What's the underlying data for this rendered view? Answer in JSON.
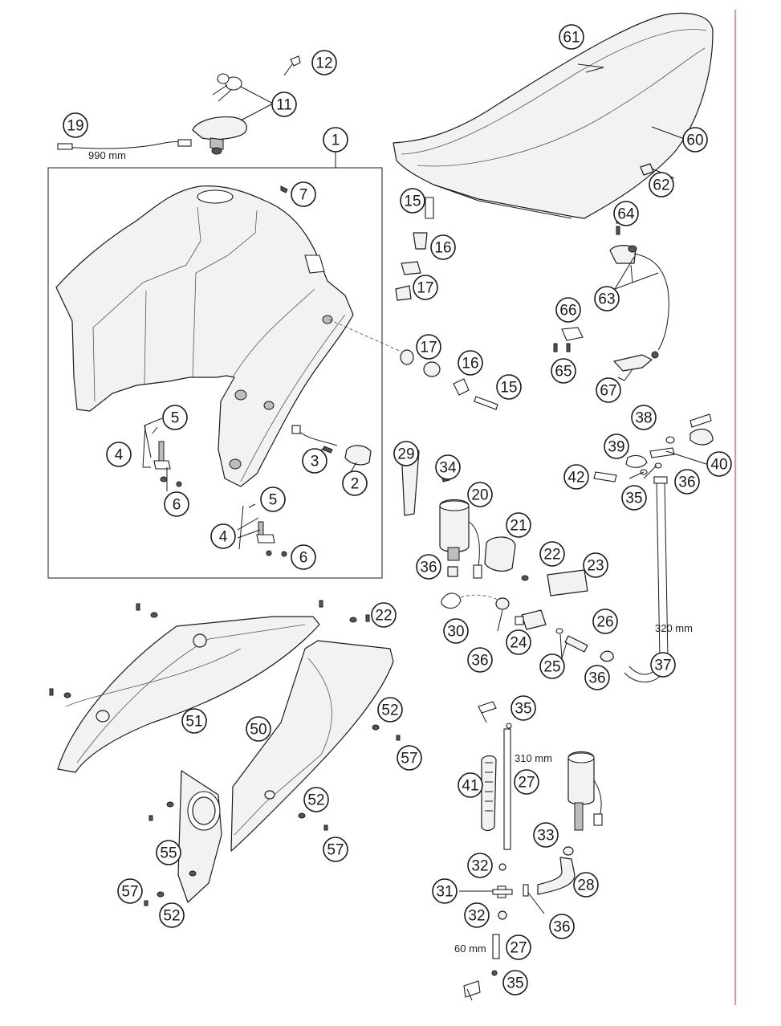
{
  "colors": {
    "frame_line": "#e04a4a",
    "ink": "#1a1a1a"
  },
  "dimensions": {
    "hose_19": "990 mm",
    "hose_37": "320 mm",
    "hose_27_long": "310 mm",
    "hose_27_short": "60 mm"
  },
  "callouts": {
    "c1": "1",
    "c2": "2",
    "c3": "3",
    "c4a": "4",
    "c4b": "4",
    "c5a": "5",
    "c5b": "5",
    "c6a": "6",
    "c6b": "6",
    "c7": "7",
    "c11": "11",
    "c12": "12",
    "c15a": "15",
    "c15b": "15",
    "c16a": "16",
    "c16b": "16",
    "c17a": "17",
    "c17b": "17",
    "c19": "19",
    "c20": "20",
    "c21": "21",
    "c22a": "22",
    "c22b": "22",
    "c23": "23",
    "c24": "24",
    "c25": "25",
    "c26": "26",
    "c27a": "27",
    "c27b": "27",
    "c28": "28",
    "c29": "29",
    "c30": "30",
    "c31": "31",
    "c32a": "32",
    "c32b": "32",
    "c33": "33",
    "c34": "34",
    "c35a": "35",
    "c35b": "35",
    "c35c": "35",
    "c36a": "36",
    "c36b": "36",
    "c36c": "36",
    "c36d": "36",
    "c36e": "36",
    "c37": "37",
    "c38": "38",
    "c39": "39",
    "c40": "40",
    "c41": "41",
    "c42": "42",
    "c50": "50",
    "c51": "51",
    "c52a": "52",
    "c52b": "52",
    "c52c": "52",
    "c55": "55",
    "c57a": "57",
    "c57b": "57",
    "c57c": "57",
    "c60": "60",
    "c61": "61",
    "c62": "62",
    "c63": "63",
    "c64": "64",
    "c65": "65",
    "c66": "66",
    "c67": "67"
  }
}
